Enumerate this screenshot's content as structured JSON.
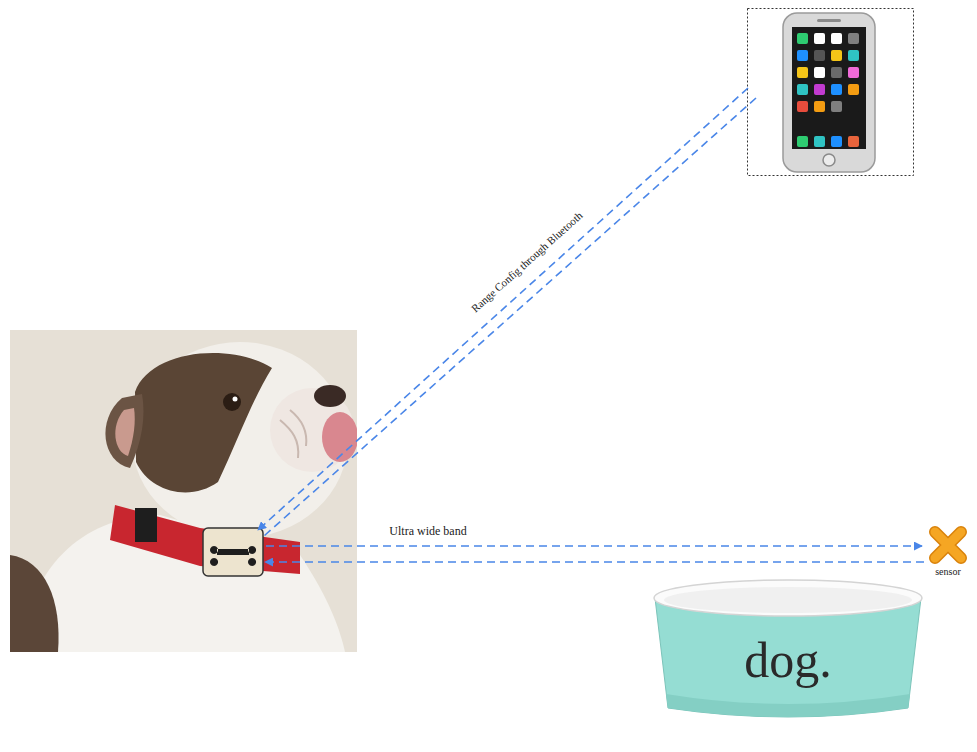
{
  "diagram": {
    "nodes": [
      {
        "text": [
          "sensor"
        ]
      },
      {
        "text": [
          "dog."
        ]
      }
    ],
    "labels": [
      "Range Config through Bluetooth",
      "Ultra wide band"
    ]
  }
}
